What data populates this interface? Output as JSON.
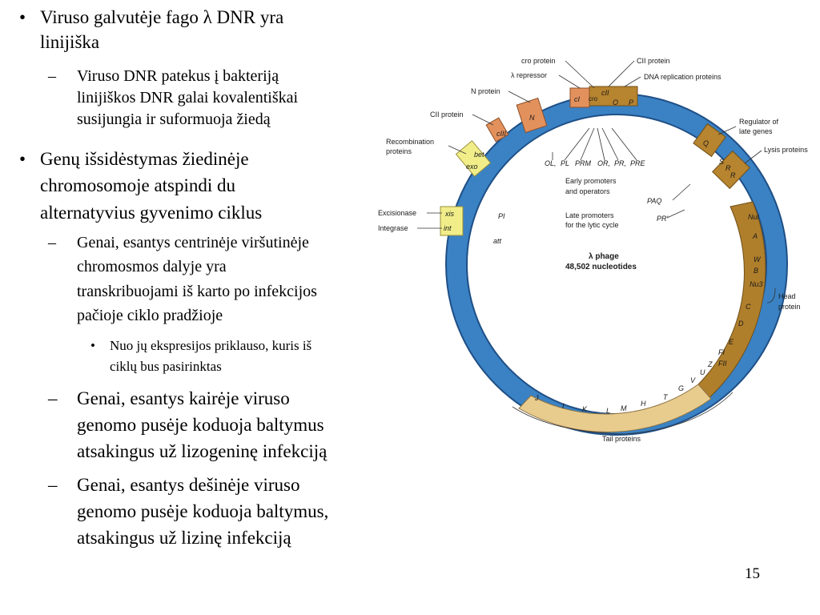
{
  "slide": {
    "page_number": "15",
    "bullets": [
      {
        "level": 1,
        "lines": [
          "Viruso galvutėje fago λ DNR yra",
          "linijiška"
        ]
      },
      {
        "level": 2,
        "lines": [
          "Viruso DNR patekus į bakteriją",
          "linijiškos DNR galai kovalentiškai",
          "susijungia ir suformuoja žiedą"
        ]
      },
      {
        "level": 1,
        "lines": [
          "Genų išsidėstymas žiedinėje",
          "chromosomoje atspindi du",
          "alternatyvius gyvenimo ciklus"
        ]
      },
      {
        "level": 2,
        "lines": [
          "Genai, esantys centrinėje viršutinėje",
          "chromosmos dalyje yra",
          "transkribuojami iš karto po infekcijos",
          "pačioje ciklo pradžioje"
        ]
      },
      {
        "level": 3,
        "lines": [
          "Nuo jų ekspresijos priklauso, kuris iš",
          "ciklų bus pasirinktas"
        ]
      },
      {
        "level": 2,
        "lines": [
          "Genai, esantys kairėje viruso",
          "genomo pusėje koduoja baltymus",
          "atsakingus už lizogeninę infekciją"
        ]
      },
      {
        "level": 2,
        "lines": [
          "Genai, esantys dešinėje viruso",
          "genomo pusėje koduoja baltymus,",
          "atsakingus už lizinę infekciją"
        ]
      }
    ],
    "bullet_markers": {
      "level1": "•",
      "level2": "–",
      "level3": "•"
    }
  },
  "diagram": {
    "center_title": "λ phage",
    "center_subtitle": "48,502 nucleotides",
    "colors": {
      "ring": "#3a82c4",
      "ring_edge": "#1f4f86",
      "tail": "#e8cc8e",
      "head": "#b07f2c",
      "early": "#e3915c",
      "regulator": "#b7842f",
      "recomb": "#f1ee8a"
    },
    "gene_labels": {
      "top": [
        "N",
        "cI",
        "cro",
        "cII",
        "O",
        "P"
      ],
      "right": [
        "Q",
        "S",
        "R",
        "R",
        "Nul",
        "A",
        "W",
        "B",
        "Nu3",
        "C",
        "D",
        "E",
        "FI",
        "FII",
        "Z",
        "U",
        "V",
        "G",
        "T",
        "H",
        "M",
        "L",
        "K",
        "I",
        "J"
      ],
      "left": [
        "cIII",
        "bet",
        "exo",
        "xis",
        "int",
        "att"
      ]
    },
    "callouts": {
      "cro_protein": "cro protein",
      "lambda_repressor": "λ repressor",
      "n_protein": "N protein",
      "cii_protein_top": "CII protein",
      "dna_replication": "DNA replication proteins",
      "cii_protein_left": "CII protein",
      "recombination": [
        "Recombination",
        "proteins"
      ],
      "excisionase": "Excisionase",
      "integrase": "Integrase",
      "regulator": [
        "Regulator of",
        "late genes"
      ],
      "lysis": "Lysis proteins",
      "head": [
        "Head",
        "protein"
      ],
      "tail": "Tail proteins",
      "early_promoters": [
        "Early promoters",
        "and operators"
      ],
      "late_promoters": [
        "Late promoters",
        "for the lytic cycle"
      ]
    },
    "promoters": {
      "OL": "OL,",
      "PL": "PL",
      "PRM": "PRM",
      "OR": "OR,",
      "PR": "PR,",
      "PRE": "PRE",
      "PAQ": "PAQ",
      "PR2": "PR'",
      "PI": "PI",
      "att": "att"
    }
  }
}
